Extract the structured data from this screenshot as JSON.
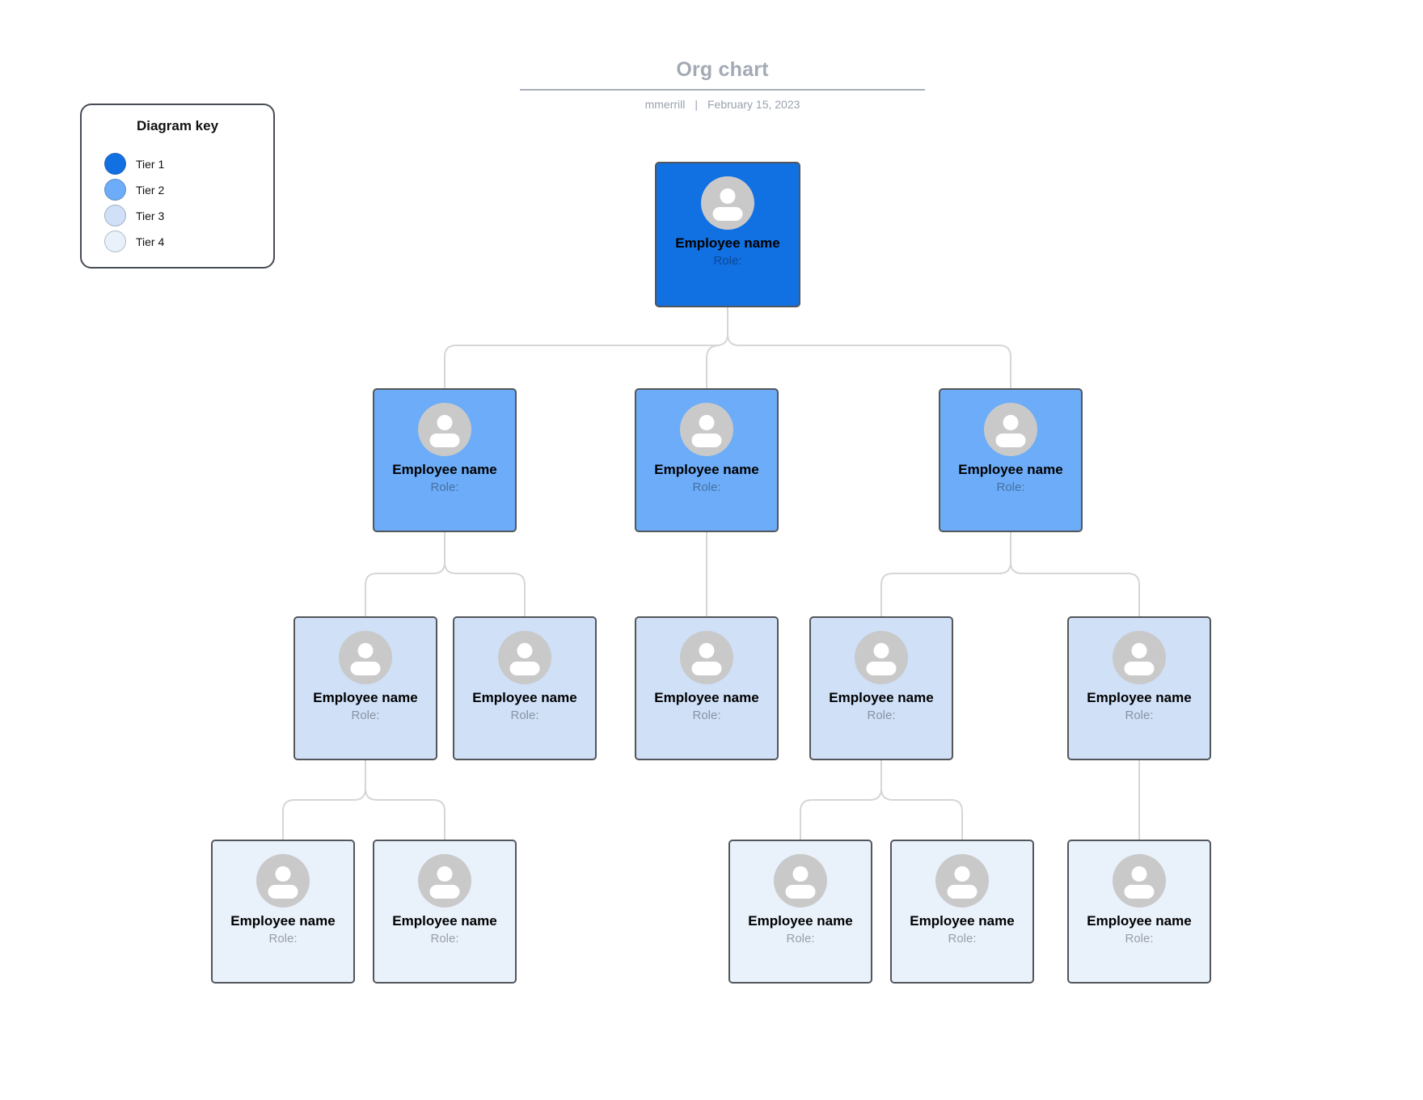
{
  "header": {
    "title": "Org chart",
    "author": "mmerrill",
    "divider": "|",
    "date": "February 15, 2023"
  },
  "legend": {
    "title": "Diagram key",
    "items": [
      {
        "label": "Tier 1",
        "color": "#1170e2"
      },
      {
        "label": "Tier 2",
        "color": "#6cacf8"
      },
      {
        "label": "Tier 3",
        "color": "#cfe0f7"
      },
      {
        "label": "Tier 4",
        "color": "#e9f1fb"
      }
    ]
  },
  "connector_color": "#d6d6d6",
  "icons": {
    "avatar": "person-icon"
  },
  "nodes": [
    {
      "tier": "Tier 1",
      "name": "Employee name",
      "role": "Role:"
    },
    {
      "tier": "Tier 2",
      "name": "Employee name",
      "role": "Role:"
    },
    {
      "tier": "Tier 2",
      "name": "Employee name",
      "role": "Role:"
    },
    {
      "tier": "Tier 2",
      "name": "Employee name",
      "role": "Role:"
    },
    {
      "tier": "Tier 3",
      "name": "Employee name",
      "role": "Role:"
    },
    {
      "tier": "Tier 3",
      "name": "Employee name",
      "role": "Role:"
    },
    {
      "tier": "Tier 3",
      "name": "Employee name",
      "role": "Role:"
    },
    {
      "tier": "Tier 3",
      "name": "Employee name",
      "role": "Role:"
    },
    {
      "tier": "Tier 3",
      "name": "Employee name",
      "role": "Role:"
    },
    {
      "tier": "Tier 4",
      "name": "Employee name",
      "role": "Role:"
    },
    {
      "tier": "Tier 4",
      "name": "Employee name",
      "role": "Role:"
    },
    {
      "tier": "Tier 4",
      "name": "Employee name",
      "role": "Role:"
    },
    {
      "tier": "Tier 4",
      "name": "Employee name",
      "role": "Role:"
    },
    {
      "tier": "Tier 4",
      "name": "Employee name",
      "role": "Role:"
    }
  ]
}
